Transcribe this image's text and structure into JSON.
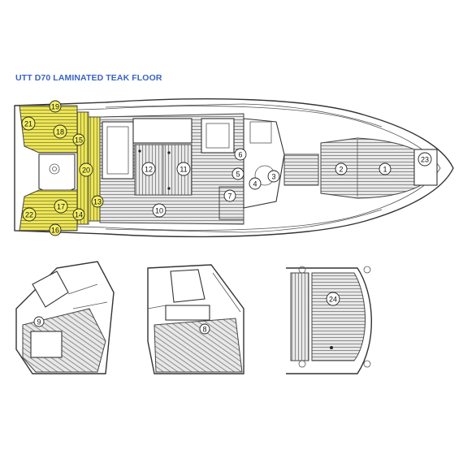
{
  "title": "UTT D70 LAMINATED TEAK FLOOR",
  "colors": {
    "title": "#3a63c4",
    "highlight": "#ece65a",
    "teak_stripe": "#8c8c8c",
    "teak_base": "#e8e8e8",
    "outline": "#333333"
  },
  "labels": {
    "p1": "1",
    "p2": "2",
    "p3": "3",
    "p4": "4",
    "p5": "5",
    "p6": "6",
    "p7": "7",
    "p8": "8",
    "p9": "9",
    "p10": "10",
    "p11": "11",
    "p12": "12",
    "p13": "13",
    "p14": "14",
    "p15": "15",
    "p16": "16",
    "p17": "17",
    "p18": "18",
    "p19": "19",
    "p20": "20",
    "p21": "21",
    "p22": "22",
    "p23": "23",
    "p24": "24"
  }
}
